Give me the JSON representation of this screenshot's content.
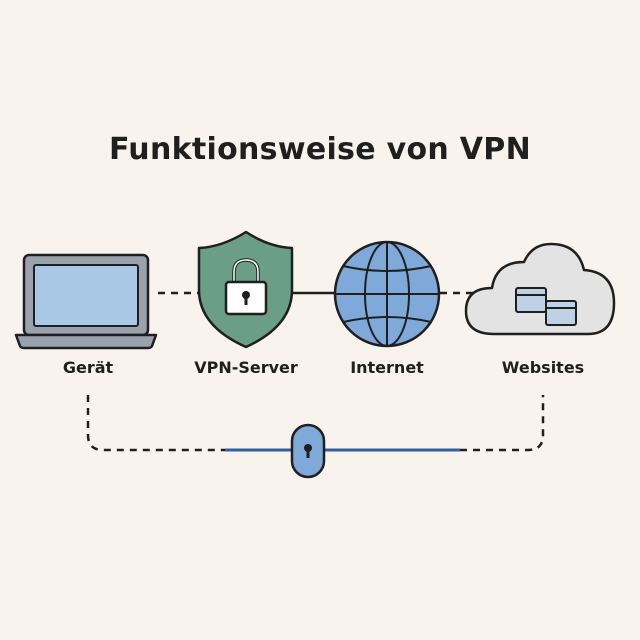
{
  "title": "Funktionsweise von VPN",
  "nodes": [
    {
      "id": "device",
      "label": "Gerät",
      "icon": "laptop-icon"
    },
    {
      "id": "vpn-server",
      "label": "VPN-Server",
      "icon": "shield-lock-icon"
    },
    {
      "id": "internet",
      "label": "Internet",
      "icon": "globe-icon"
    },
    {
      "id": "websites",
      "label": "Websites",
      "icon": "cloud-icon"
    }
  ],
  "tunnel": {
    "icon": "tunnel-lock-icon"
  },
  "colors": {
    "background": "#f8f4ed",
    "outline": "#1f1f1f",
    "laptop_screen": "#a9c8e6",
    "laptop_body": "#9aa3ad",
    "shield": "#6a9e87",
    "globe": "#7fa9d8",
    "cloud": "#e3e3e3",
    "tunnel": "#2f5fa5"
  }
}
